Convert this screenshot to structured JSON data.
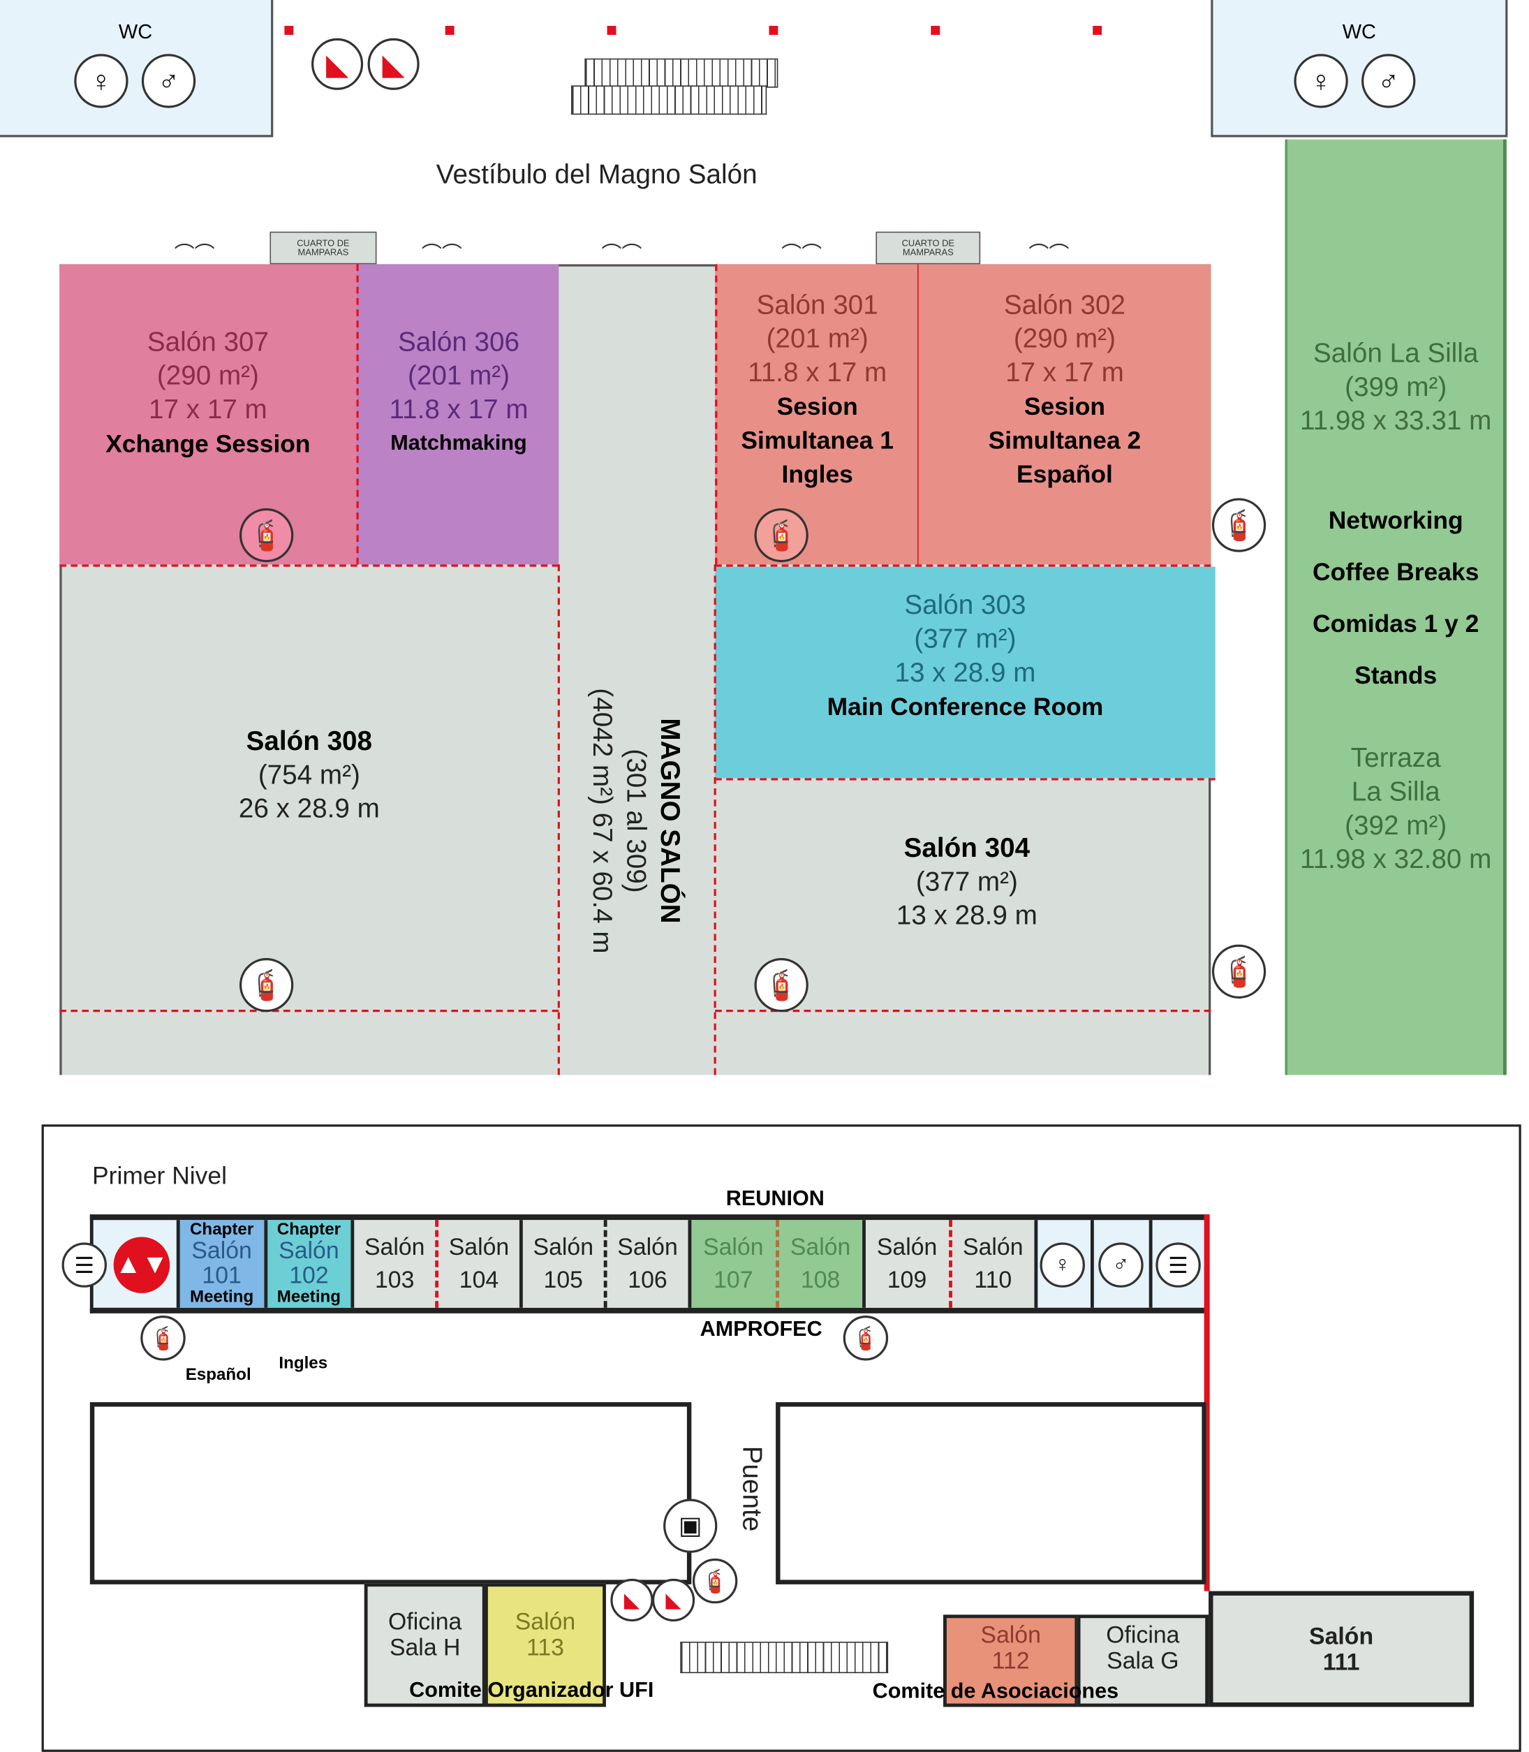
{
  "top": {
    "wc_left": "WC",
    "wc_right": "WC",
    "vestibule": "Vestíbulo del Magno Salón",
    "cuarto": [
      "CUARTO DE",
      "MAMPARAS"
    ],
    "rooms": {
      "s307": {
        "name": "Salón 307",
        "area": "(290 m²)",
        "dims": "17 x 17 m",
        "event": "Xchange Session"
      },
      "s306": {
        "name": "Salón 306",
        "area": "(201 m²)",
        "dims": "11.8 x 17 m",
        "event": "Matchmaking"
      },
      "s301": {
        "name": "Salón 301",
        "area": "(201 m²)",
        "dims": "11.8 x 17 m",
        "event": [
          "Sesion",
          "Simultanea 1",
          "Ingles"
        ]
      },
      "s302": {
        "name": "Salón 302",
        "area": "(290 m²)",
        "dims": "17 x 17 m",
        "event": [
          "Sesion",
          "Simultanea 2",
          "Español"
        ]
      },
      "s303": {
        "name": "Salón 303",
        "area": "(377 m²)",
        "dims": "13 x 28.9 m",
        "event": "Main Conference Room"
      },
      "s308": {
        "name": "Salón 308",
        "area": "(754 m²)",
        "dims": "26 x 28.9 m"
      },
      "s304": {
        "name": "Salón 304",
        "area": "(377 m²)",
        "dims": "13 x 28.9 m"
      },
      "magno": {
        "name": "MAGNO SALÓN",
        "range": "(301 al 309)",
        "area": "(4042 m²) 67 x 60.4 m"
      },
      "lasilla": {
        "name": "Salón La Silla",
        "area": "(399 m²)",
        "dims": "11.98 x 33.31 m"
      },
      "terraza": {
        "name": [
          "Terraza",
          "La Silla"
        ],
        "area": "(392 m²)",
        "dims": "11.98 x 32.80 m"
      },
      "green_events": [
        "Networking",
        "Coffee Breaks",
        "Comidas 1 y 2",
        "Stands"
      ]
    }
  },
  "bottom": {
    "level": "Primer Nivel",
    "rooms": [
      {
        "name": "Salón",
        "num": "101",
        "event_top": "Chapter",
        "event_bottom": "Meeting",
        "color": "#7fb7e6"
      },
      {
        "name": "Salón",
        "num": "102",
        "event_top": "Chapter",
        "event_bottom": "Meeting",
        "color": "#6ccfd6"
      },
      {
        "name": "Salón",
        "num": "103",
        "color": "#dde2de"
      },
      {
        "name": "Salón",
        "num": "104",
        "color": "#dde2de"
      },
      {
        "name": "Salón",
        "num": "105",
        "color": "#dde2de"
      },
      {
        "name": "Salón",
        "num": "106",
        "color": "#dde2de"
      },
      {
        "name": "Salón",
        "num": "107",
        "color": "#93c993"
      },
      {
        "name": "Salón",
        "num": "108",
        "color": "#93c993"
      },
      {
        "name": "Salón",
        "num": "109",
        "color": "#dde2de"
      },
      {
        "name": "Salón",
        "num": "110",
        "color": "#dde2de"
      }
    ],
    "reunion": "REUNION",
    "amprofec": "AMPROFEC",
    "espanol": "Español",
    "ingles": "Ingles",
    "puente": "Puente",
    "oficina_h": [
      "Oficina",
      "Sala H"
    ],
    "s113": [
      "Salón",
      "113"
    ],
    "s112": [
      "Salón",
      "112"
    ],
    "oficina_g": [
      "Oficina",
      "Sala G"
    ],
    "s111": [
      "Salón",
      "111"
    ],
    "comite_ufi": "Comite Organizador UFI",
    "comite_asoc": "Comite de Asociaciones"
  }
}
